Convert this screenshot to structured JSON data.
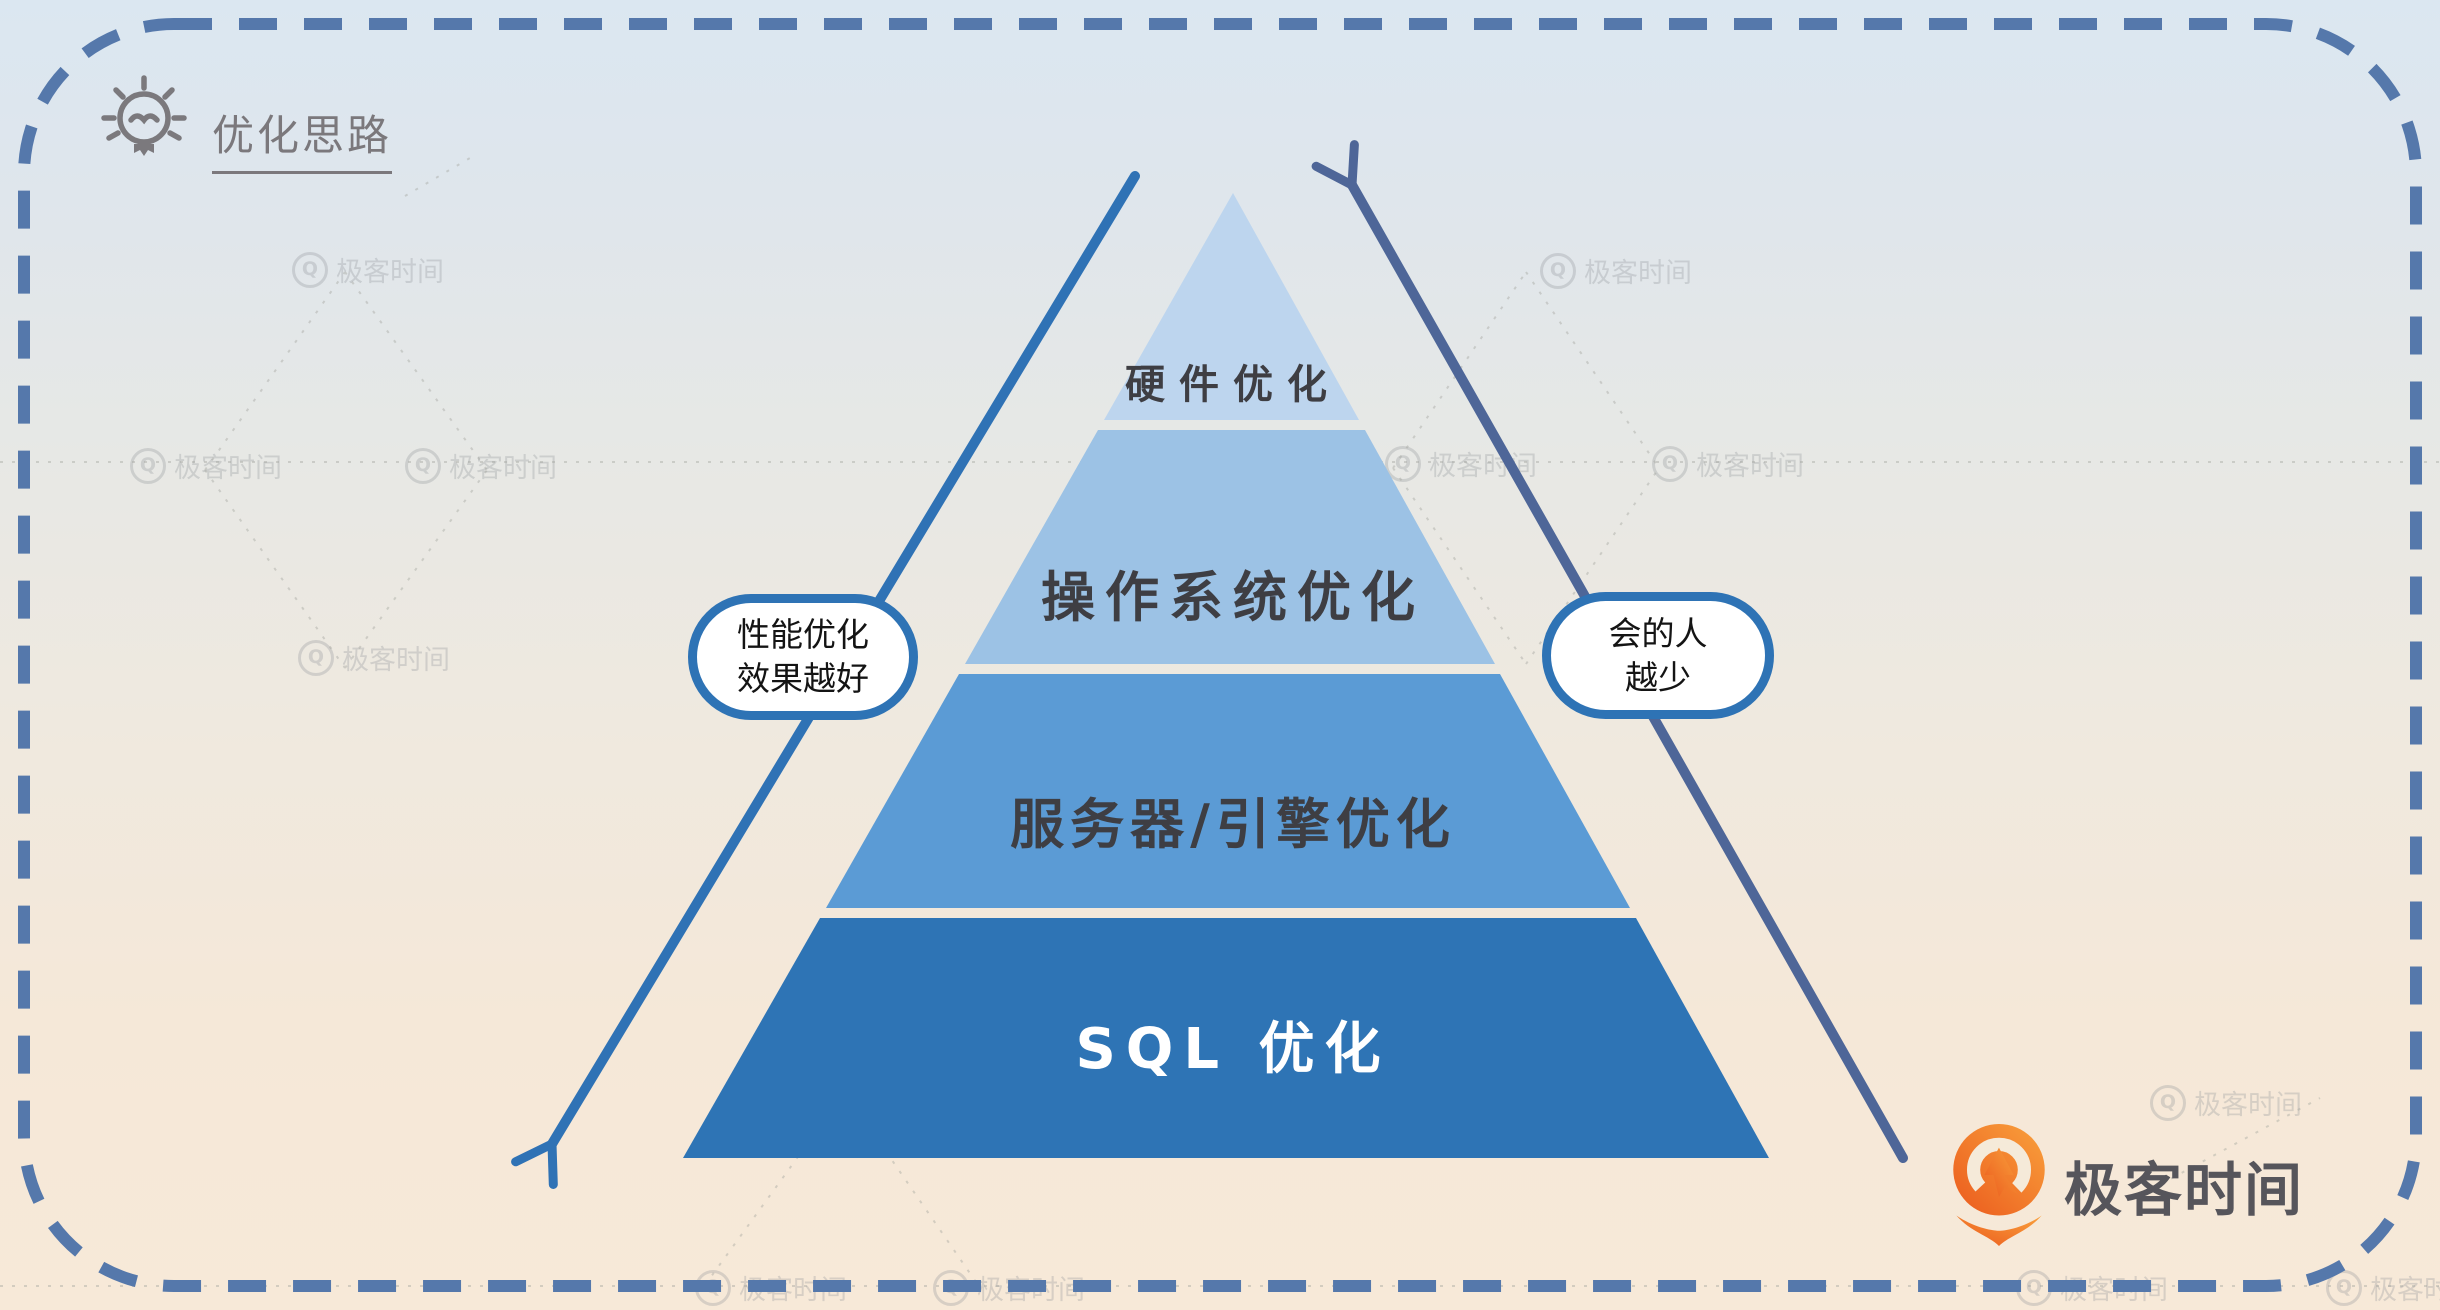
{
  "header": {
    "title": "优化思路"
  },
  "pyramid": {
    "layers": [
      {
        "label": "硬件优化",
        "color": "#BDD5EE"
      },
      {
        "label": "操作系统优化",
        "color": "#9CC2E5"
      },
      {
        "label": "服务器/引擎优化",
        "color": "#5B9BD5"
      },
      {
        "label": "SQL 优化",
        "color": "#2E74B5"
      }
    ]
  },
  "callouts": {
    "left": {
      "line1": "性能优化",
      "line2": "效果越好"
    },
    "right": {
      "line1": "会的人",
      "line2": "越少"
    }
  },
  "arrows": {
    "left_color": "#2F72B5",
    "right_color": "#4E6698"
  },
  "border": {
    "color": "#5578AB"
  },
  "brand": {
    "name": "极客时间"
  },
  "watermark": {
    "icon_glyph": "Q",
    "label": "极客时间"
  }
}
